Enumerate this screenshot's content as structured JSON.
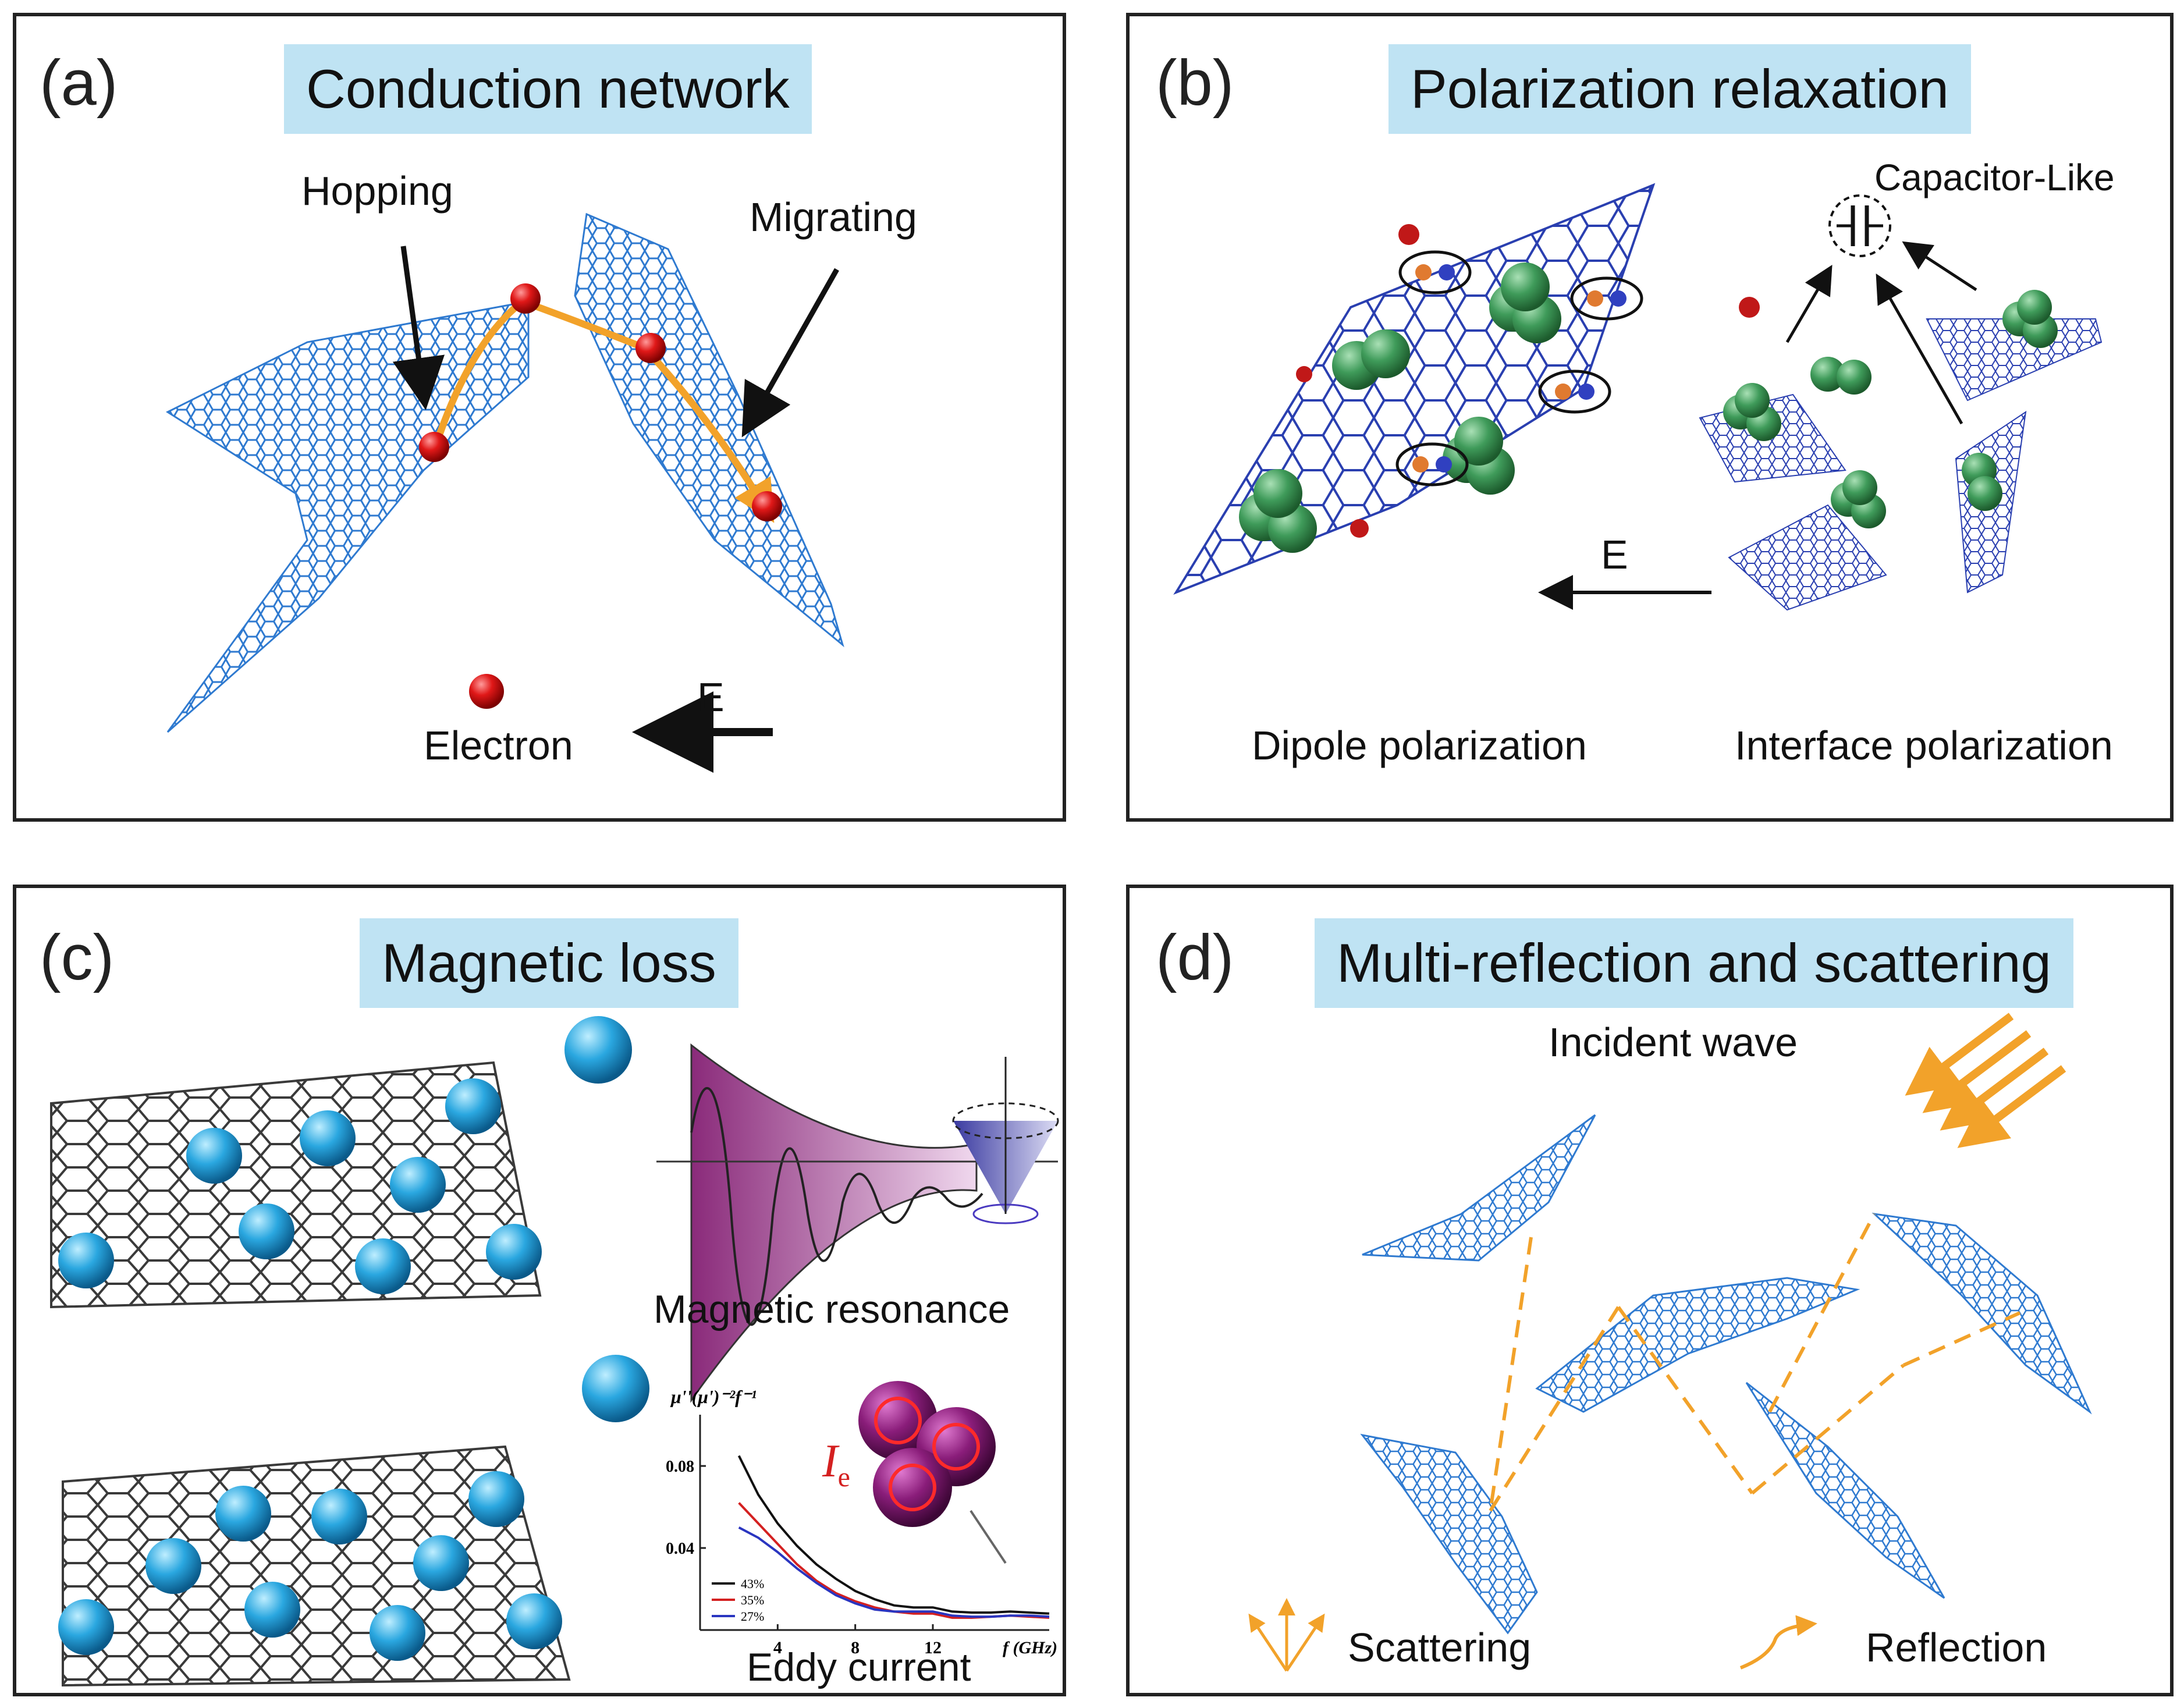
{
  "panels": {
    "a": {
      "label": "(a)",
      "title": "Conduction network",
      "hopping": "Hopping",
      "migrating": "Migrating",
      "field": "E",
      "electron": "Electron"
    },
    "b": {
      "label": "(b)",
      "title": "Polarization relaxation",
      "capacitor": "Capacitor-Like",
      "field": "E",
      "dipole": "Dipole polarization",
      "interface": "Interface polarization"
    },
    "c": {
      "label": "(c)",
      "title": "Magnetic loss",
      "resonance": "Magnetic resonance",
      "eddy": "Eddy current",
      "current_symbol": "I",
      "current_sub": "e"
    },
    "d": {
      "label": "(d)",
      "title": "Multi-reflection and scattering",
      "incident": "Incident wave",
      "scattering": "Scattering",
      "reflection": "Reflection"
    }
  },
  "colors": {
    "title_bg": "#bfe3f3",
    "graphene_light": "#2f7ad0",
    "graphene_dark": "#2a3fb0",
    "electron": "#d11a1a",
    "arrow_orange": "#f2a22a",
    "particle_green": "#3f9b5a",
    "particle_blue": "#2aa7e0",
    "particle_purple": "#8a1d7a"
  },
  "chart_data": {
    "type": "line",
    "ylabel": "μ''(μ')⁻²f⁻¹",
    "xlabel": "f (GHz)",
    "x_ticks": [
      "4",
      "8",
      "12"
    ],
    "y_ticks": [
      "0.04",
      "0.08"
    ],
    "xlim": [
      0,
      18
    ],
    "ylim": [
      0,
      0.105
    ],
    "x": [
      2,
      3,
      4,
      5,
      6,
      7,
      8,
      9,
      10,
      11,
      12,
      13,
      14,
      15,
      16,
      17,
      18
    ],
    "series": [
      {
        "name": "43%",
        "color": "#111111",
        "values": [
          0.085,
          0.066,
          0.052,
          0.041,
          0.032,
          0.025,
          0.019,
          0.015,
          0.012,
          0.011,
          0.011,
          0.009,
          0.0085,
          0.0085,
          0.009,
          0.0085,
          0.008
        ]
      },
      {
        "name": "35%",
        "color": "#d42020",
        "values": [
          0.062,
          0.052,
          0.042,
          0.032,
          0.024,
          0.018,
          0.014,
          0.011,
          0.009,
          0.008,
          0.008,
          0.006,
          0.006,
          0.0065,
          0.007,
          0.0065,
          0.006
        ]
      },
      {
        "name": "27%",
        "color": "#2a35c0",
        "values": [
          0.05,
          0.045,
          0.038,
          0.03,
          0.023,
          0.017,
          0.013,
          0.01,
          0.009,
          0.009,
          0.009,
          0.007,
          0.0065,
          0.0065,
          0.007,
          0.007,
          0.0065
        ]
      }
    ]
  }
}
